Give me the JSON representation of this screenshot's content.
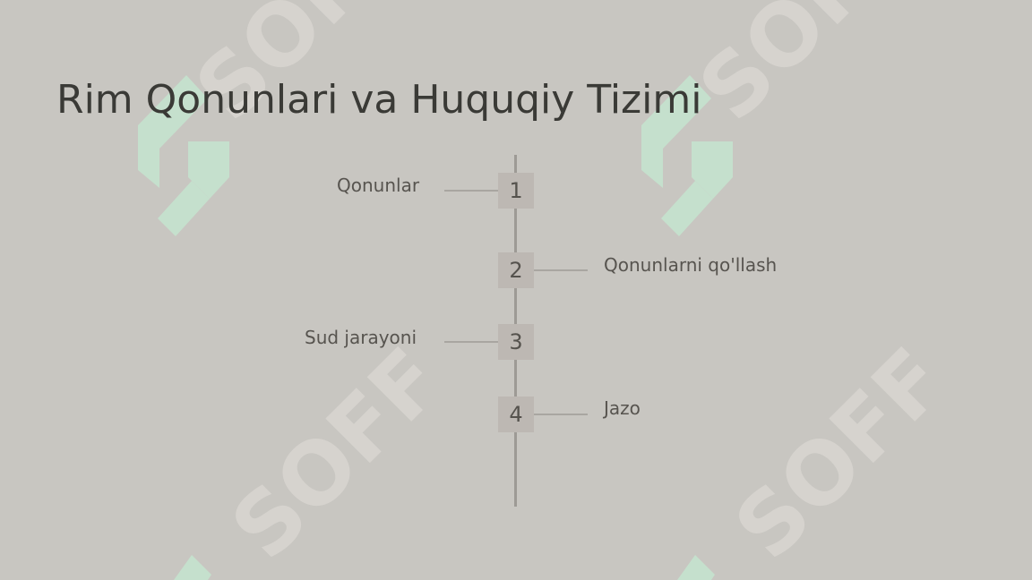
{
  "slide": {
    "title": "Rim Qonunlari va Huquqiy Tizimi"
  },
  "watermark": {
    "text": "SOFF",
    "logo_icon": "soff-logo-icon",
    "logo_color": "#c5e0cd",
    "text_color": "#d6d3ce"
  },
  "timeline": {
    "steps": [
      {
        "number": "1",
        "label": "Qonunlar",
        "side": "left"
      },
      {
        "number": "2",
        "label": "Qonunlarni qo'llash",
        "side": "right"
      },
      {
        "number": "3",
        "label": "Sud jarayoni",
        "side": "left"
      },
      {
        "number": "4",
        "label": "Jazo",
        "side": "right"
      }
    ]
  },
  "colors": {
    "background": "#c8c6c1",
    "title": "#3a3a36",
    "line": "#9d9a95",
    "box": "#bdb8b3",
    "text": "#57544f"
  }
}
